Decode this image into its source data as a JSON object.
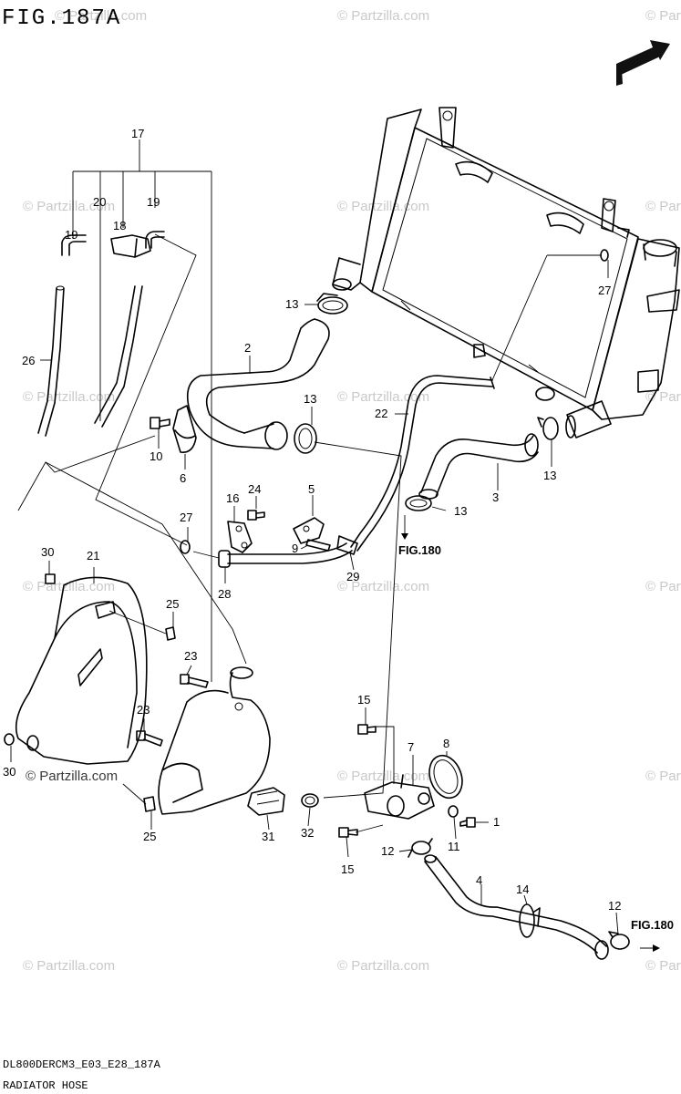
{
  "figure": {
    "title": "FIG.187A",
    "code": "DL800DERCM3_E03_E28_187A",
    "caption": "RADIATOR HOSE"
  },
  "fwd_label": "FWD",
  "watermark": "© Partzilla.com",
  "watermark_short": "© Partzilla.com",
  "ref_labels": [
    "FIG.180",
    "FIG.180"
  ],
  "callouts": {
    "c1": "1",
    "c2": "2",
    "c3": "3",
    "c4": "4",
    "c5": "5",
    "c6": "6",
    "c7": "7",
    "c8": "8",
    "c9": "9",
    "c10": "10",
    "c11": "11",
    "c12a": "12",
    "c12b": "12",
    "c13a": "13",
    "c13b": "13",
    "c13c": "13",
    "c13d": "13",
    "c14": "14",
    "c15a": "15",
    "c15b": "15",
    "c16": "16",
    "c17": "17",
    "c18": "18",
    "c19a": "19",
    "c19b": "19",
    "c20": "20",
    "c21": "21",
    "c22": "22",
    "c23a": "23",
    "c23b": "23",
    "c24": "24",
    "c25a": "25",
    "c25b": "25",
    "c26": "26",
    "c27a": "27",
    "c27b": "27",
    "c28": "28",
    "c29": "29",
    "c30a": "30",
    "c30b": "30",
    "c31": "31",
    "c32": "32"
  },
  "colors": {
    "line": "#000000",
    "watermark": "#c9c9c9",
    "background": "#ffffff"
  }
}
